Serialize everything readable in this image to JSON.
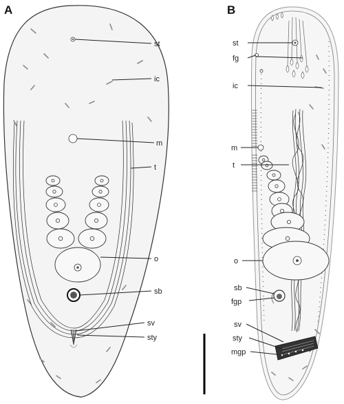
{
  "panels": {
    "a": {
      "letter": "A"
    },
    "b": {
      "letter": "B"
    }
  },
  "labels_a": {
    "st": "st",
    "ic": "ic",
    "m": "m",
    "t": "t",
    "o": "o",
    "sb": "sb",
    "sv": "sv",
    "sty": "sty"
  },
  "labels_b": {
    "st": "st",
    "fg": "fg",
    "ic": "ic",
    "m": "m",
    "t": "t",
    "o": "o",
    "sb": "sb",
    "fgp": "fgp",
    "sv": "sv",
    "sty": "sty",
    "mgp": "mgp"
  }
}
